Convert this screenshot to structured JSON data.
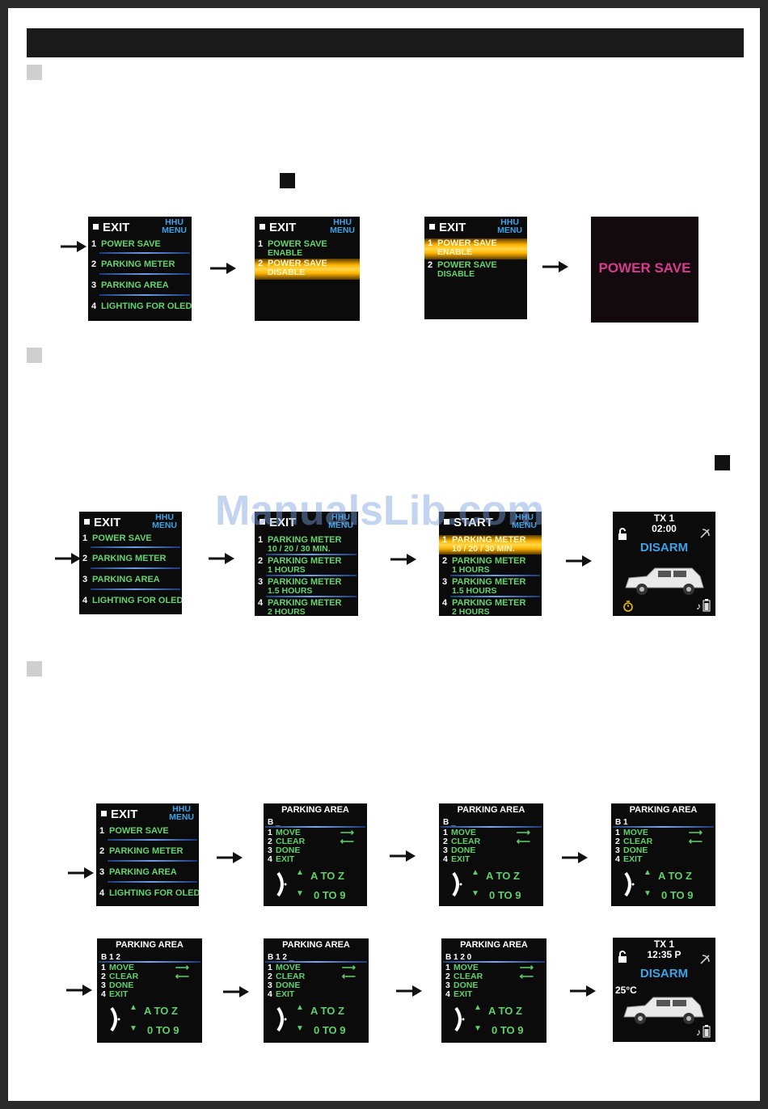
{
  "watermark": "ManualsLib.com",
  "menu_common": {
    "exit": "EXIT",
    "hhu_line1": "HHU",
    "hhu_line2": "MENU",
    "items": [
      {
        "num": "1",
        "label": "POWER SAVE"
      },
      {
        "num": "2",
        "label": "PARKING METER"
      },
      {
        "num": "3",
        "label": "PARKING AREA"
      },
      {
        "num": "4",
        "label": "LIGHTING FOR OLED"
      }
    ]
  },
  "power_save": {
    "submenu": [
      {
        "num": "1",
        "label": "POWER SAVE",
        "sub": "ENABLE"
      },
      {
        "num": "2",
        "label": "POWER SAVE",
        "sub": "DISABLE"
      }
    ],
    "screen_text": "POWER SAVE"
  },
  "parking_meter": {
    "options": [
      {
        "num": "1",
        "label": "PARKING METER",
        "sub": "10 / 20 / 30 MIN."
      },
      {
        "num": "2",
        "label": "PARKING METER",
        "sub": "1 HOURS"
      },
      {
        "num": "3",
        "label": "PARKING METER",
        "sub": "1.5 HOURS"
      },
      {
        "num": "4",
        "label": "PARKING METER",
        "sub": "2 HOURS"
      }
    ],
    "second_header": "EXIT",
    "third_header": "START",
    "status": {
      "tx": "TX 1",
      "time": "02:00",
      "state": "DISARM"
    }
  },
  "parking_area": {
    "title": "PARKING AREA",
    "actions": [
      {
        "num": "1",
        "label": "MOVE"
      },
      {
        "num": "2",
        "label": "CLEAR"
      },
      {
        "num": "3",
        "label": "DONE"
      },
      {
        "num": "4",
        "label": "EXIT"
      }
    ],
    "range_letters": "A TO Z",
    "range_digits": "0 TO 9",
    "entries": [
      "B _",
      "B 1",
      "B 1 2",
      "B 1 2 _",
      "B 1 2 0"
    ],
    "status": {
      "tx": "TX 1",
      "time": "12:35 P",
      "state": "DISARM",
      "temp": "25°C"
    }
  },
  "colors": {
    "menu_green": "#5fd06a",
    "accent_blue": "#3ba3e6",
    "highlight": "#ffb300",
    "power_save_pink": "#d63b8e"
  }
}
